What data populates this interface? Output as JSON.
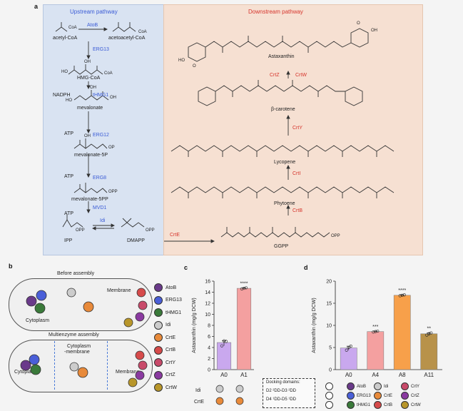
{
  "panel_letters": {
    "a": "a",
    "b": "b",
    "c": "c",
    "d": "d"
  },
  "panel_a": {
    "upstream_title": "Upstream pathway",
    "downstream_title": "Downstream pathway",
    "compounds": {
      "acetyl_coa": "acetyl-CoA",
      "acetoacetyl_coa": "acetoacetyl-CoA",
      "hmg_coa": "HMG-CoA",
      "mevalonate": "mevalonate",
      "mevalonate_5p": "mevalonate-5P",
      "mevalonate_5pp": "mevalonate-5PP",
      "ipp": "IPP",
      "dmapp": "DMAPP",
      "ggpp": "GGPP",
      "phytoene": "Phytoene",
      "lycopene": "Lycopene",
      "beta_carotene": "β-carotene",
      "astaxanthin": "Astaxanthin"
    },
    "enzymes": {
      "atob": "AtoB",
      "erg13": "ERG13",
      "thmg1": "tHMG1",
      "erg12": "ERG12",
      "erg8": "ERG8",
      "mvd1": "MVD1",
      "idi": "Idi",
      "crte": "CrtE",
      "crtb": "CrtB",
      "crti": "CrtI",
      "crty": "CrtY",
      "crtz": "CrtZ",
      "crtw": "CrtW"
    },
    "cofactors": {
      "nadph": "NADPH",
      "atp1": "ATP",
      "atp2": "ATP",
      "atp3": "ATP"
    },
    "chem_labels": {
      "coa1": "CoA",
      "coa2": "CoA",
      "coa3": "CoA",
      "coa4": "CoA",
      "oh1": "OH",
      "oh2": "OH",
      "oh3": "OH",
      "oh4": "OH",
      "ho1": "HO",
      "ho2": "HO",
      "ho3": "HO",
      "ho4": "HO",
      "ho5": "HO",
      "op": "OP",
      "opp1": "OPP",
      "opp2": "OPP",
      "opp3": "OPP",
      "opp4": "OPP",
      "o1": "O",
      "o2": "O",
      "o3": "O",
      "o4": "O",
      "oh_ast": "OH",
      "ho_ast": "HO",
      "o_ast1": "O",
      "o_ast2": "O"
    }
  },
  "panel_b": {
    "before": "Before assembly",
    "multienzyme": "Multienzyme  assembly",
    "cytoplasm1": "Cytoplasm",
    "membrane1": "Membrane",
    "cytoplasm2": "Cytoplasm",
    "cytomem_1": "Cytoplasm",
    "cytomem_2": "-membrane",
    "membrane2": "Membrane",
    "legend": [
      "AtoB",
      "ERG13",
      "tHMG1",
      "Idi",
      "CrtE",
      "CrtB",
      "CrtY",
      "CrtZ",
      "CrtW"
    ],
    "legend_colors": [
      "#6a3a8a",
      "#4a5fd8",
      "#3a7a3a",
      "#cccccc",
      "#e88a3a",
      "#d64a4a",
      "#c84a6a",
      "#8a3aa0",
      "#b8962a"
    ]
  },
  "panel_c": {
    "ylabel": "Astaxanthin (mg/g DCW)",
    "significance": "****",
    "row_labels": [
      "Idi",
      "CrtE"
    ]
  },
  "panel_d": {
    "ylabel": "Astaxanthin (mg/g DCW)",
    "significance": [
      "",
      "***",
      "****",
      "**"
    ],
    "legend": [
      "AtoB",
      "ERG13",
      "tHMG1",
      "Idi",
      "CrtE",
      "CrtB",
      "CrtY",
      "CrtZ",
      "CrtW"
    ]
  },
  "docking": {
    "title": "Docking domains:",
    "line1": "D2 ²DD-D3 ²DD",
    "line2": "D4 ¹DD-D5 ¹DD"
  },
  "chart_data": [
    {
      "type": "bar",
      "categories": [
        "A0",
        "A1"
      ],
      "values": [
        4.9,
        14.7
      ],
      "points": [
        [
          4.3,
          5.2,
          5.1
        ],
        [
          14.6,
          14.7,
          14.8
        ]
      ],
      "title": "",
      "xlabel": "",
      "ylabel": "Astaxanthin (mg/g DCW)",
      "ylim": [
        0,
        16
      ],
      "yticks": [
        0,
        2,
        4,
        6,
        8,
        10,
        12,
        14,
        16
      ],
      "colors": [
        "#c9a8ee",
        "#f4a0a0"
      ]
    },
    {
      "type": "bar",
      "categories": [
        "A0",
        "A4",
        "A8",
        "A11"
      ],
      "values": [
        4.9,
        8.6,
        16.8,
        8.1
      ],
      "points": [
        [
          4.4,
          5.0,
          5.3
        ],
        [
          8.5,
          8.6,
          8.7
        ],
        [
          16.7,
          16.8,
          16.9
        ],
        [
          7.8,
          8.1,
          8.3
        ]
      ],
      "title": "",
      "xlabel": "",
      "ylabel": "Astaxanthin (mg/g DCW)",
      "ylim": [
        0,
        20
      ],
      "yticks": [
        0,
        5,
        10,
        15,
        20
      ],
      "colors": [
        "#c9a8ee",
        "#f4a0a0",
        "#f7a04a",
        "#b8924a"
      ]
    }
  ]
}
